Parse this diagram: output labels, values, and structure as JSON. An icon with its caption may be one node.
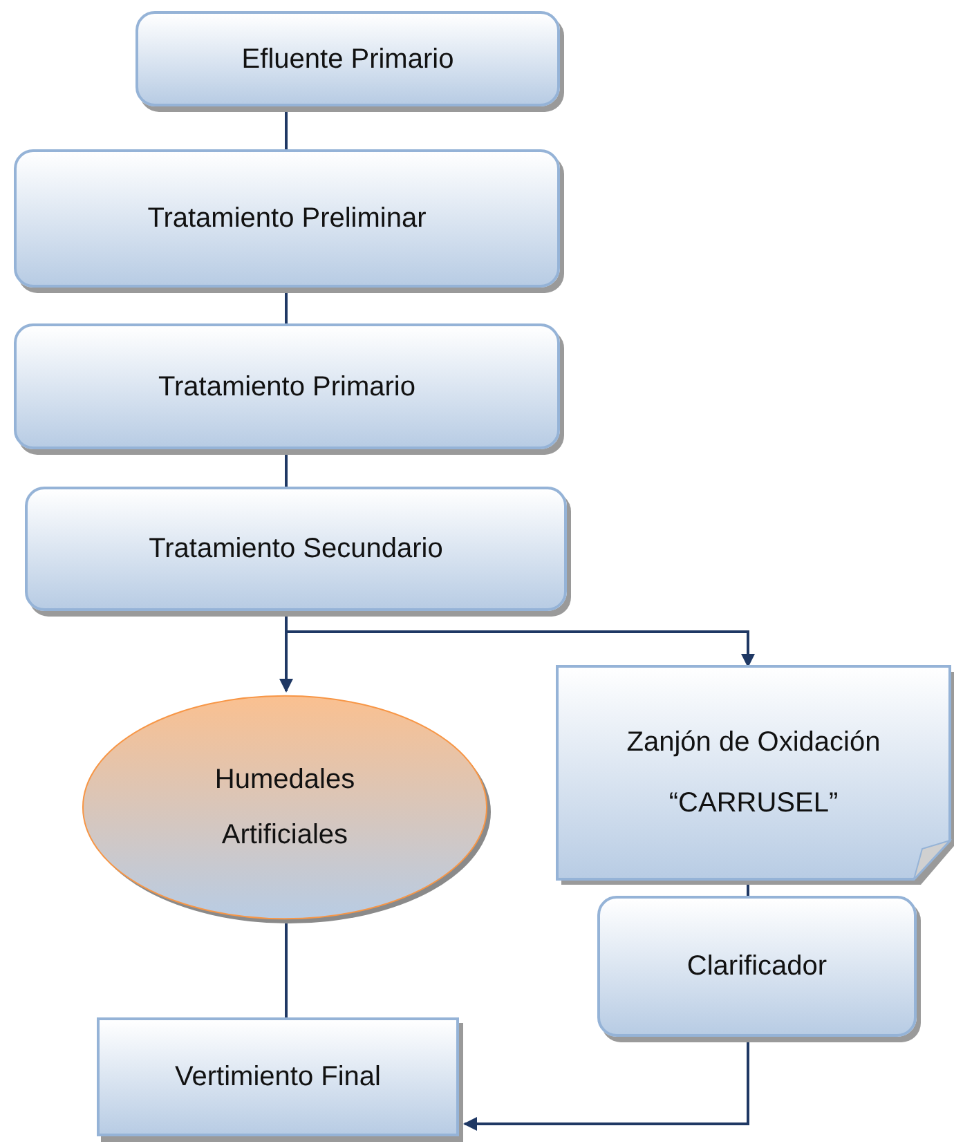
{
  "diagram": {
    "nodes": [
      {
        "text": [
          "Efluente Primario"
        ]
      },
      {
        "text": [
          "Tratamiento Preliminar"
        ]
      },
      {
        "text": [
          "Tratamiento Primario"
        ]
      },
      {
        "text": [
          "Tratamiento Secundario"
        ]
      },
      {
        "text": [
          "Humedales Artificiales"
        ]
      },
      {
        "text": [
          "Zanjón de Oxidación “CARRUSEL”"
        ]
      },
      {
        "text": [
          "Clarificador"
        ]
      },
      {
        "text": [
          "Vertimiento Final"
        ]
      }
    ],
    "edges": [
      {
        "from": 0,
        "to": 1,
        "arrow": "none"
      },
      {
        "from": 1,
        "to": 2,
        "arrow": "none"
      },
      {
        "from": 2,
        "to": 3,
        "arrow": "none"
      },
      {
        "from": 3,
        "to": 4,
        "arrow": "to"
      },
      {
        "from": 3,
        "to": 5,
        "arrow": "to"
      },
      {
        "from": 4,
        "to": 7,
        "arrow": "none"
      },
      {
        "from": 5,
        "to": 6,
        "arrow": "none"
      },
      {
        "from": 6,
        "to": 7,
        "arrow": "to"
      }
    ]
  }
}
